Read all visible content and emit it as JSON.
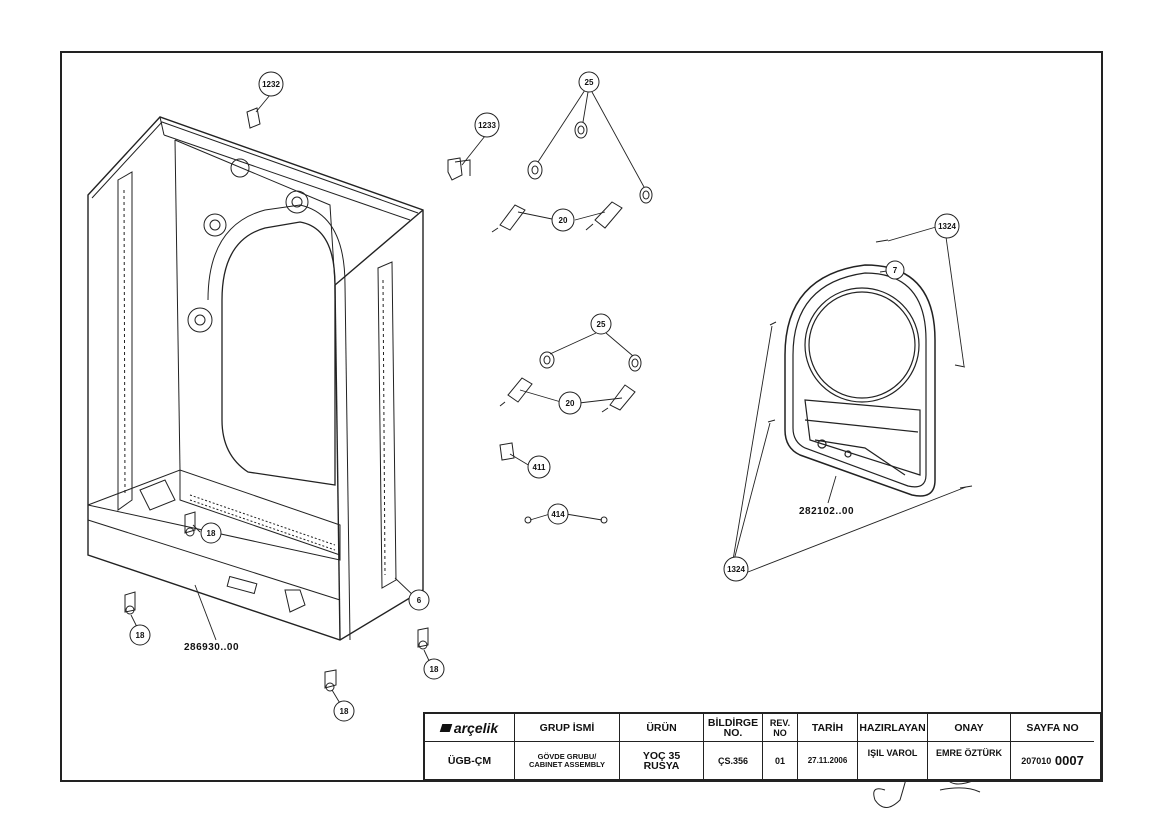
{
  "callouts": {
    "c1232": "1232",
    "c1233": "1233",
    "c25a": "25",
    "c20a": "20",
    "c1324a": "1324",
    "c7": "7",
    "c25b": "25",
    "c20b": "20",
    "c411": "411",
    "c414": "414",
    "c18a": "18",
    "c18b": "18",
    "c18c": "18",
    "c18d": "18",
    "c6": "6",
    "c1324b": "1324"
  },
  "part_numbers": {
    "cabinet": "286930..00",
    "front_panel": "282102..00"
  },
  "title_block": {
    "logo": "arçelik",
    "h_group": "GRUP İSMİ",
    "h_product": "ÜRÜN",
    "h_notice": "BİLDİRGE NO.",
    "h_rev": "REV. NO",
    "h_date": "TARİH",
    "h_prepared": "HAZIRLAYAN",
    "h_approved": "ONAY",
    "h_sheet": "SAYFA NO",
    "code": "ÜGB-ÇM",
    "group_tr": "GÖVDE GRUBU/",
    "group_en": "CABINET ASSEMBLY",
    "product_1": "YOÇ 35",
    "product_2": "RUSYA",
    "notice": "ÇS.356",
    "rev": "01",
    "date": "27.11.2006",
    "prepared": "IŞIL VAROL",
    "approved": "EMRE ÖZTÜRK",
    "sheet_prefix": "207010",
    "sheet_num": "0007"
  }
}
